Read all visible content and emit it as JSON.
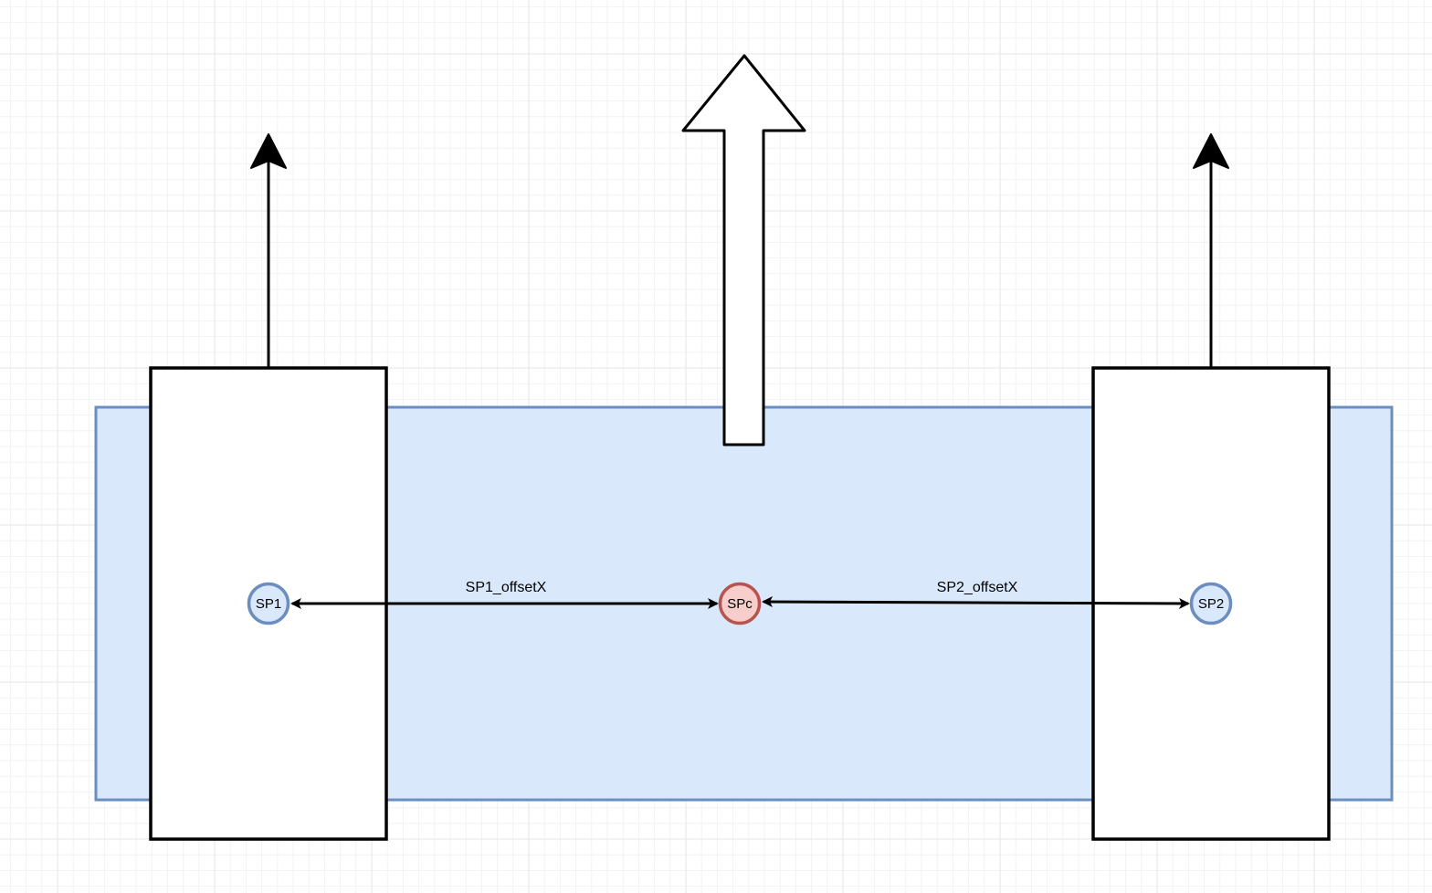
{
  "diagram": {
    "colors": {
      "grid": "#e6e6e6",
      "body_fill": "#dae8fc",
      "body_stroke": "#6c8ebf",
      "block_fill": "#ffffff",
      "block_stroke": "#000000",
      "node_fill": "#dae8fc",
      "node_stroke": "#6c8ebf",
      "center_fill": "#f8cecc",
      "center_stroke": "#b85450",
      "arrow": "#000000"
    },
    "nodes": {
      "sp1": "SP1",
      "spc": "SPc",
      "sp2": "SP2"
    },
    "edges": {
      "sp1_offset": "SP1_offsetX",
      "sp2_offset": "SP2_offsetX"
    }
  }
}
